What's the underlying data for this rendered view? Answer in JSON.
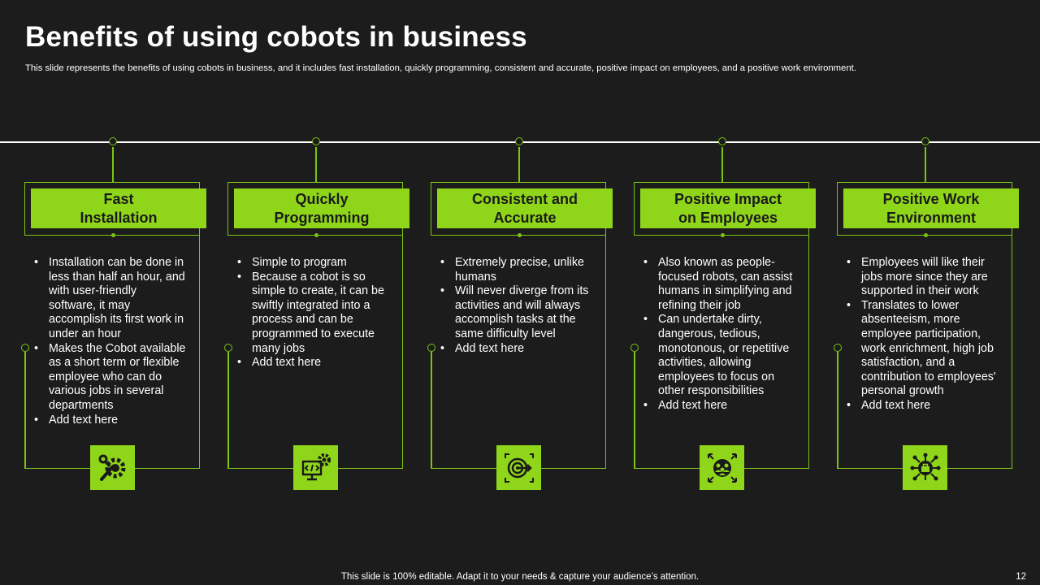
{
  "slide": {
    "title": "Benefits of using cobots in business",
    "subtitle": "This slide represents the benefits of using cobots in business, and it includes fast installation, quickly programming, consistent and accurate, positive impact on employees, and a positive work environment.",
    "footer": "This slide is 100% editable. Adapt it to your needs & capture your audience’s attention.",
    "page_number": "12"
  },
  "colors": {
    "accent": "#8fd61a",
    "line": "#7cc414",
    "background": "#1c1c1c",
    "text": "#ffffff"
  },
  "cards": [
    {
      "heading_line1": "Fast",
      "heading_line2": "Installation",
      "icon": "gear-wrench-icon",
      "bullets": [
        "Installation can be done in less than half an hour, and with user-friendly software, it may accomplish its first work in under an hour",
        "Makes the Cobot available as a short term or flexible employee who can do various jobs in several departments",
        "Add text here"
      ]
    },
    {
      "heading_line1": "Quickly",
      "heading_line2": "Programming",
      "icon": "code-monitor-gear-icon",
      "bullets": [
        "Simple to program",
        "Because a cobot is so simple to create, it can be swiftly integrated into a process and can be programmed to execute many jobs",
        "Add text here"
      ]
    },
    {
      "heading_line1": "Consistent and",
      "heading_line2": "Accurate",
      "icon": "target-dart-icon",
      "bullets": [
        "Extremely precise, unlike humans",
        "Will never diverge from its activities and will always accomplish tasks at the same difficulty level",
        "Add text here"
      ]
    },
    {
      "heading_line1": "Positive Impact",
      "heading_line2": "on Employees",
      "icon": "team-arrows-icon",
      "bullets": [
        "Also known as people-focused robots, can assist humans in simplifying and refining their job",
        "Can undertake dirty, dangerous, tedious, monotonous, or repetitive activities, allowing employees to focus on other responsibilities",
        "Add text here"
      ]
    },
    {
      "heading_line1": "Positive Work",
      "heading_line2": "Environment",
      "icon": "network-briefcase-icon",
      "bullets": [
        "Employees will like their jobs more since they are supported in their work",
        "Translates to lower absenteeism, more employee participation, work enrichment, high job satisfaction, and a contribution to employees' personal growth",
        "Add text here"
      ]
    }
  ]
}
